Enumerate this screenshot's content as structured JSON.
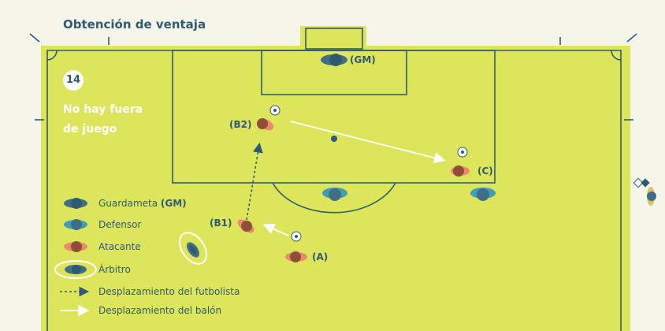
{
  "title": "Obtención de ventaja",
  "diagram_number": "14",
  "note_line1": "No hay fuera",
  "note_line2": "de juego",
  "labels": {
    "gk": "(GM)",
    "b2": "(B2)",
    "b1": "(B1)",
    "a": "(A)",
    "c": "(C)"
  },
  "legend": {
    "goalkeeper": "Guardameta ",
    "goalkeeper_abbr": "(GM)",
    "defender": "Defensor",
    "attacker": "Atacante",
    "referee": "Árbitro",
    "player_movement": "Desplazamiento del futbolista",
    "ball_movement": "Desplazamiento del balón"
  },
  "colors": {
    "pitch": "#dde55a",
    "lines": "#2e5b73",
    "goalkeeper": "#3f6e86",
    "defender": "#3f9db7",
    "attacker": "#8e4f3a",
    "attacker_shoulders": "#e98a6c",
    "referee": "#3f6e86"
  }
}
